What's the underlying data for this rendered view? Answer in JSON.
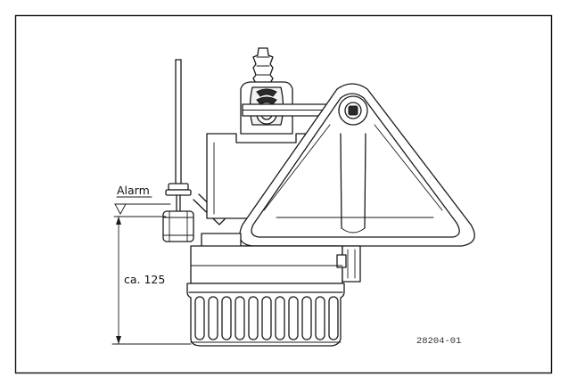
{
  "labels": {
    "alarm": "Alarm",
    "height": "ca. 125",
    "drawing_number": "28204-01"
  }
}
